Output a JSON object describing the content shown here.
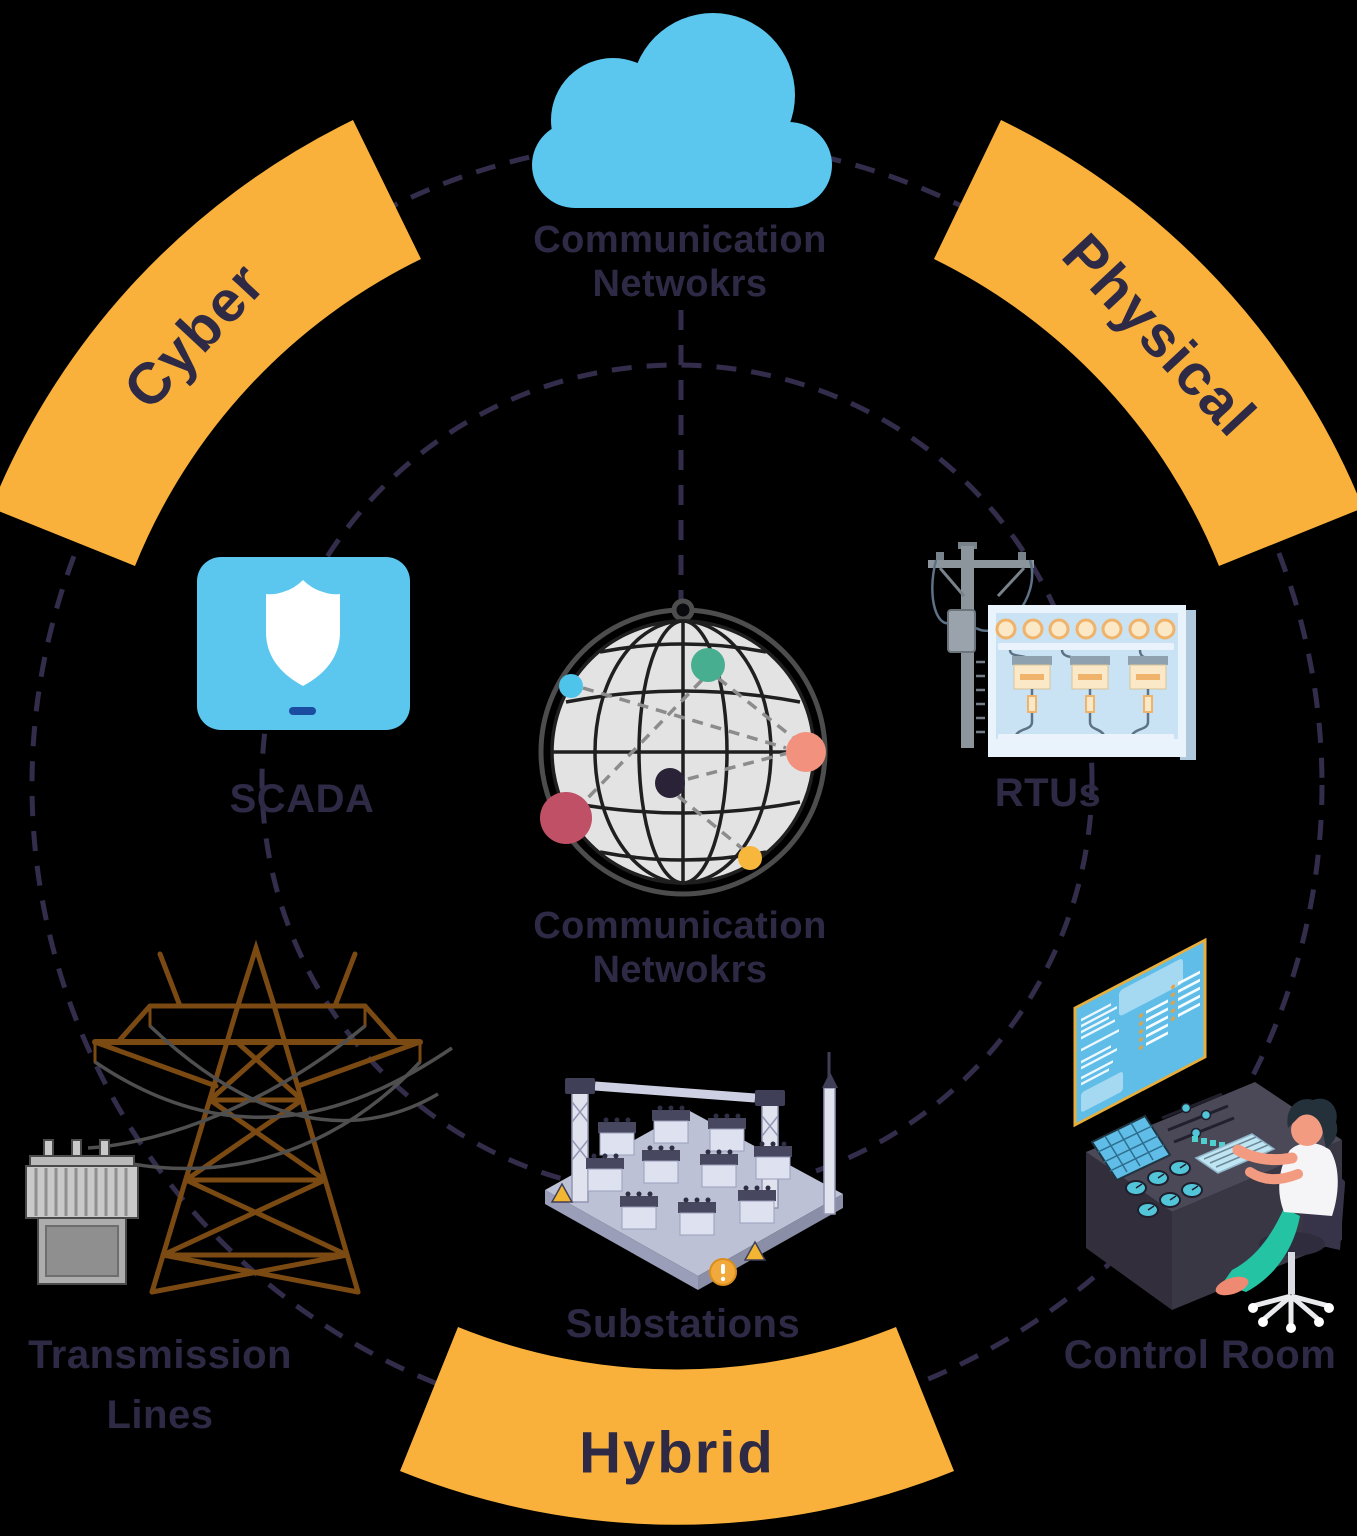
{
  "title": "Cyber-Physical power grid security wheel diagram",
  "background": "#000000",
  "colors": {
    "accent_orange": "#F9B13B",
    "label_navy": "#2E2A45",
    "dash_navy": "#332D4B",
    "globe_dash_gray": "#8C8C8C",
    "cloud_blue": "#5BC6EE",
    "scada_blue": "#5BC6EE",
    "home_button_blue": "#1A4CA0",
    "shield_white": "#FFFFFF",
    "globe_fill": "#E3E3E3",
    "globe_line": "#1F1F1F",
    "globe_ring": "#4D4D4D",
    "node_green": "#47AE8F",
    "node_blue": "#4FC4EA",
    "node_coral": "#F2917D",
    "node_dark": "#2A2337",
    "node_red": "#C05066",
    "node_yellow": "#F6B73C",
    "rtu_panel_blue": "#C9E3F5",
    "rtu_frame_blue": "#E8F3FB",
    "rtu_cream": "#FAE8C6",
    "rtu_orange": "#EFB36B",
    "pole_gray": "#8D959C",
    "tower_brown": "#7B4A12",
    "wire_gray": "#4F4F4F",
    "transformer_light": "#C9C9C9",
    "transformer_dark": "#8F8F8F",
    "substation_light": "#DEE1F0",
    "substation_mid": "#BDC1D6",
    "substation_dark": "#3F3F58",
    "warning_yellow": "#F2B632",
    "badge_orange": "#F2A93B",
    "console_dark": "#4B4857",
    "console_front": "#322E3C",
    "screen_blue": "#5FBDE8",
    "screen_panel_light": "#A5D9F2",
    "screen_border_gold": "#E8AE3B",
    "dial_teal": "#52C6D8",
    "skin": "#F29B80",
    "shirt_white": "#F5F5F7",
    "pants_teal": "#23C3A4",
    "hair_dark": "#24313B",
    "chair_dark": "#37344A",
    "chair_base_light": "#E8EAEE"
  },
  "ring": {
    "cyber_label": "Cyber",
    "physical_label": "Physical",
    "hybrid_label": "Hybrid"
  },
  "nodes": {
    "cloud": {
      "label_line1": "Communication",
      "label_line2": "Netwokrs"
    },
    "center_globe": {
      "label_line1": "Communication",
      "label_line2": "Netwokrs"
    },
    "scada": {
      "label": "SCADA"
    },
    "rtus": {
      "label": "RTUs"
    },
    "transmission": {
      "label_line1": "Transmission",
      "label_line2": "Lines"
    },
    "substations": {
      "label": "Substations"
    },
    "control_room": {
      "label": "Control Room"
    }
  }
}
